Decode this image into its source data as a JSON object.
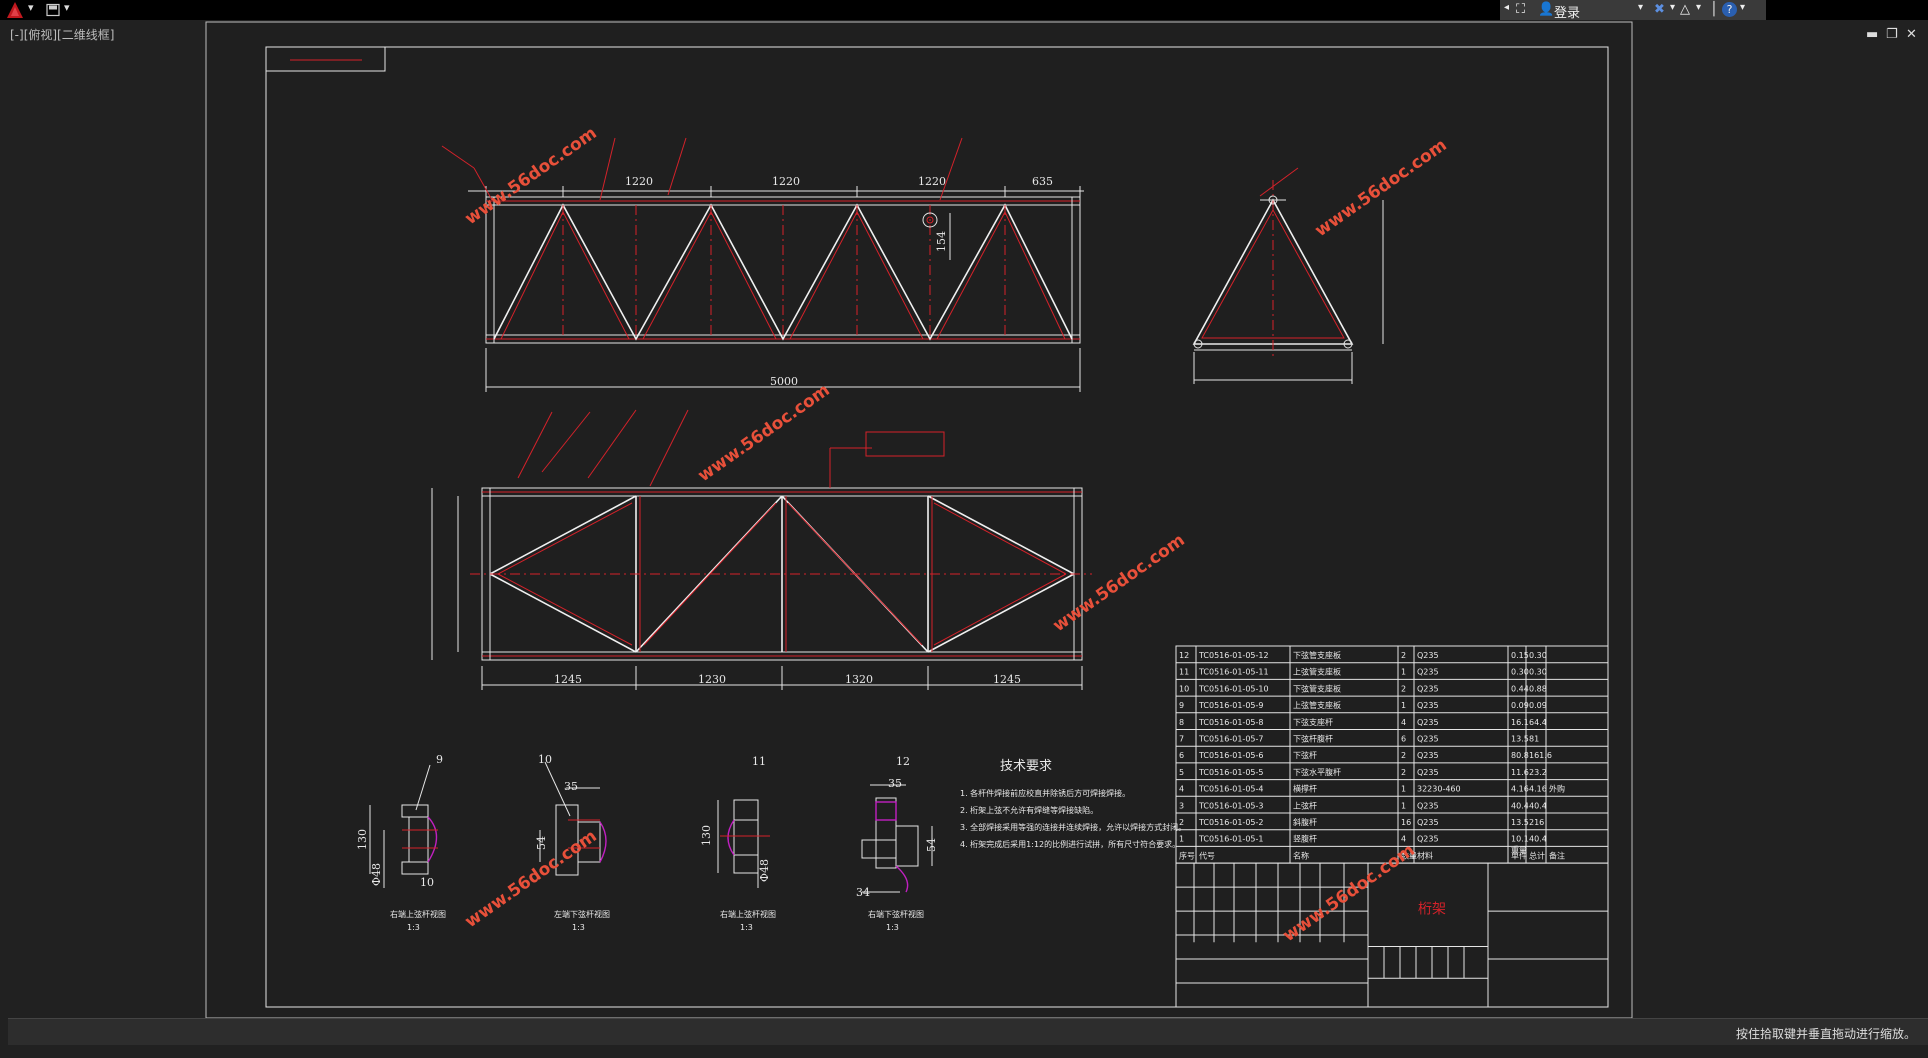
{
  "titlebar": {
    "signin_label": "登录",
    "help_icon": "?"
  },
  "viewport": {
    "label": "[-][俯视][二维线框]"
  },
  "statusbar": {
    "prompt": "按住拾取键并垂直拖动进行缩放。"
  },
  "drawing": {
    "title_tab": "",
    "watermark": "www.56doc.com",
    "top_dims": [
      "1220",
      "1220",
      "1220",
      "635"
    ],
    "overall_length": "5000",
    "dim_154": "154",
    "bottom_dims": [
      "1245",
      "1230",
      "1320",
      "1245"
    ],
    "tech_title": "技术要求",
    "tech_notes": [
      "1. 各杆件焊接前应校直并除锈后方可焊接焊接。",
      "2. 桁架上弦不允许有焊缝等焊接缺陷。",
      "3. 全部焊接采用等强的连接并连续焊接，允许以焊接方式封闭。",
      "4. 桁架完成后采用1:12的比例进行试拼，所有尺寸符合要求。"
    ],
    "detail_labels": [
      "9",
      "10",
      "11",
      "12"
    ],
    "detail_dims": [
      "130",
      "Φ48",
      "10",
      "35",
      "54",
      "130",
      "Φ48",
      "35",
      "54",
      "34"
    ],
    "detail_captions": [
      "右端上弦杆视图",
      "左端下弦杆视图",
      "右端上弦杆视图",
      "右端下弦杆视图"
    ],
    "detail_scales": [
      "1:3",
      "1:3",
      "1:3",
      "1:3"
    ],
    "bom_rows": [
      [
        "12",
        "TC0516-01-05-12",
        "下弦管支座板",
        "2",
        "Q235",
        "0.15",
        "0.30",
        ""
      ],
      [
        "11",
        "TC0516-01-05-11",
        "上弦管支座板",
        "1",
        "Q235",
        "0.30",
        "0.30",
        ""
      ],
      [
        "10",
        "TC0516-01-05-10",
        "下弦管支座板",
        "2",
        "Q235",
        "0.44",
        "0.88",
        ""
      ],
      [
        "9",
        "TC0516-01-05-9",
        "上弦管支座板",
        "1",
        "Q235",
        "0.09",
        "0.09",
        ""
      ],
      [
        "8",
        "TC0516-01-05-8",
        "下弦支座杆",
        "4",
        "Q235",
        "16.1",
        "64.4",
        ""
      ],
      [
        "7",
        "TC0516-01-05-7",
        "下弦杆腹杆",
        "6",
        "Q235",
        "13.5",
        "81",
        ""
      ],
      [
        "6",
        "TC0516-01-05-6",
        "下弦杆",
        "2",
        "Q235",
        "80.8",
        "161.6",
        ""
      ],
      [
        "5",
        "TC0516-01-05-5",
        "下弦水平腹杆",
        "2",
        "Q235",
        "11.6",
        "23.2",
        ""
      ],
      [
        "4",
        "TC0516-01-05-4",
        "横撑杆",
        "1",
        "32230-460",
        "4.16",
        "4.16",
        "外购"
      ],
      [
        "3",
        "TC0516-01-05-3",
        "上弦杆",
        "1",
        "Q235",
        "40.4",
        "40.4",
        ""
      ],
      [
        "2",
        "TC0516-01-05-2",
        "斜腹杆",
        "16",
        "Q235",
        "13.5",
        "216",
        ""
      ],
      [
        "1",
        "TC0516-01-05-1",
        "竖腹杆",
        "4",
        "Q235",
        "10.1",
        "40.4",
        ""
      ]
    ],
    "bom_header": [
      "序号",
      "代号",
      "名称",
      "数量",
      "材料",
      "单件",
      "总计",
      "备注"
    ],
    "bom_header_weight": "重量",
    "title_block": {
      "material_label": "桁架",
      "company": "",
      "drawing_name": "",
      "drawing_no": ""
    }
  }
}
